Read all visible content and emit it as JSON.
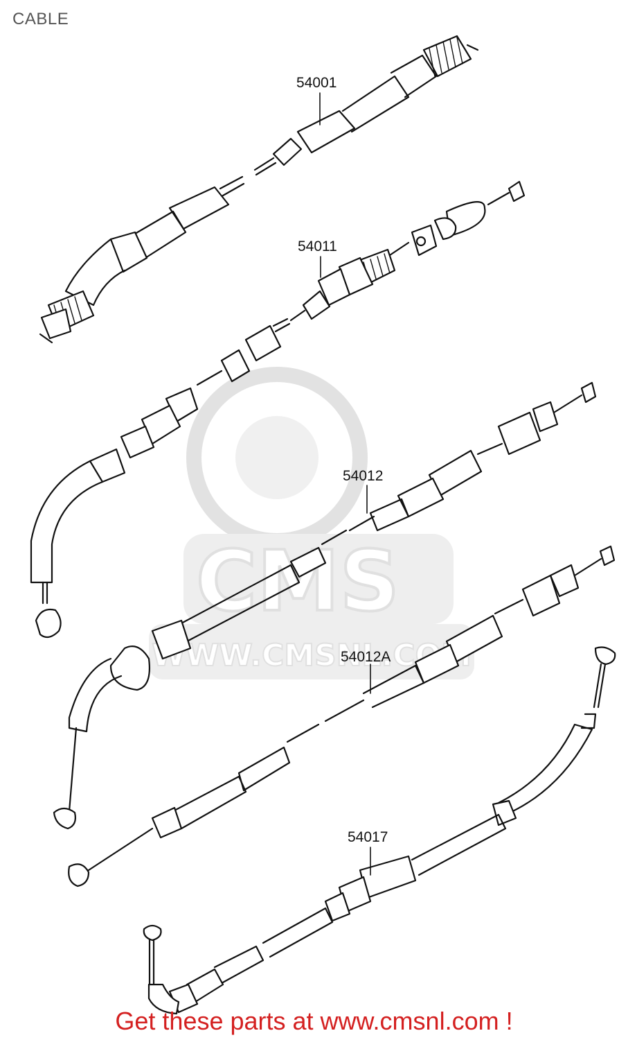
{
  "header": {
    "title": "CABLE"
  },
  "parts": [
    {
      "number": "54001"
    },
    {
      "number": "54011"
    },
    {
      "number": "54012"
    },
    {
      "number": "54012A"
    },
    {
      "number": "54017"
    }
  ],
  "watermark": {
    "brand": "CMS",
    "url": "WWW.CMSNL.COM"
  },
  "footer": {
    "text": "Get these parts at www.cmsnl.com !"
  },
  "colors": {
    "footer": "#d42020",
    "ink": "#111111",
    "watermark": "#e6e6e6"
  }
}
